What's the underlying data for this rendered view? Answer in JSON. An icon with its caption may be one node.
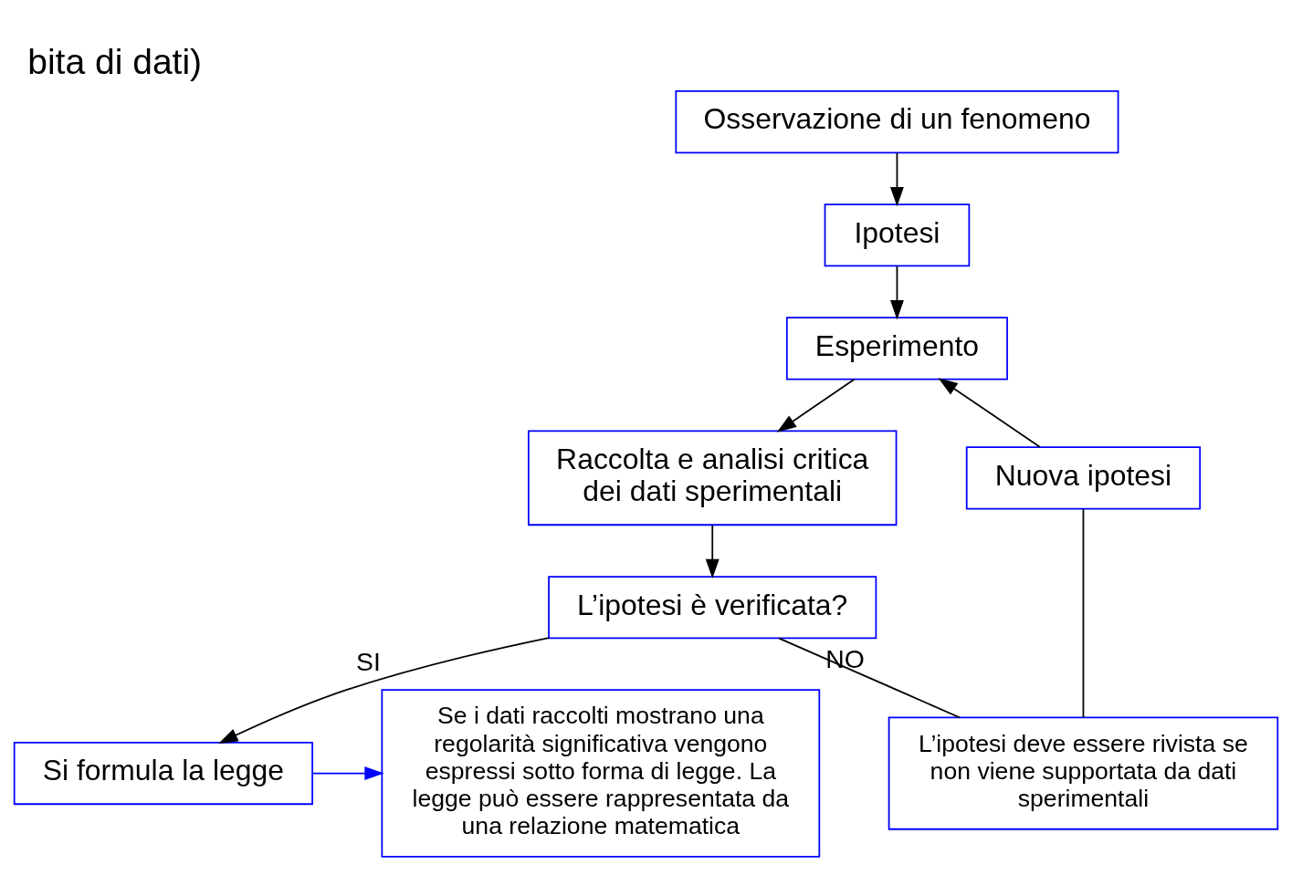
{
  "diagram": {
    "title": "bita di dati)",
    "nodes": [
      {
        "text": [
          "Osservazione di un fenomeno"
        ]
      },
      {
        "text": [
          "Ipotesi"
        ]
      },
      {
        "text": [
          "Esperimento"
        ]
      },
      {
        "text": [
          "Nuova ipotesi"
        ]
      },
      {
        "text": [
          "L’ipotesi deve essere rivista se non viene supportata da dati sperimentali"
        ]
      },
      {
        "text": [
          "Raccolta e analisi critica dei dati sperimentali"
        ]
      },
      {
        "text": [
          "L’ipotesi è verificata?"
        ]
      },
      {
        "text": [
          "Si formula la legge"
        ]
      },
      {
        "text": [
          "Se i dati raccolti mostrano una regolarità significativa vengono espressi sotto forma di legge. La legge può essere rappresentata da una relazione matematica"
        ]
      }
    ],
    "edges": [
      {
        "from": 0,
        "to": 1,
        "arrow": "to"
      },
      {
        "from": 1,
        "to": 2,
        "arrow": "to"
      },
      {
        "from": 2,
        "to": 5,
        "arrow": "to"
      },
      {
        "from": 5,
        "to": 6,
        "arrow": "to"
      },
      {
        "from": 6,
        "to": 7,
        "arrow": "to",
        "label": "SI"
      },
      {
        "from": 6,
        "to": 4,
        "arrow": "none",
        "label": "NO"
      },
      {
        "from": 4,
        "to": 3,
        "arrow": "none"
      },
      {
        "from": 3,
        "to": 2,
        "arrow": "to"
      },
      {
        "from": 7,
        "to": 8,
        "arrow": "to",
        "color": "#0000ff"
      }
    ]
  }
}
